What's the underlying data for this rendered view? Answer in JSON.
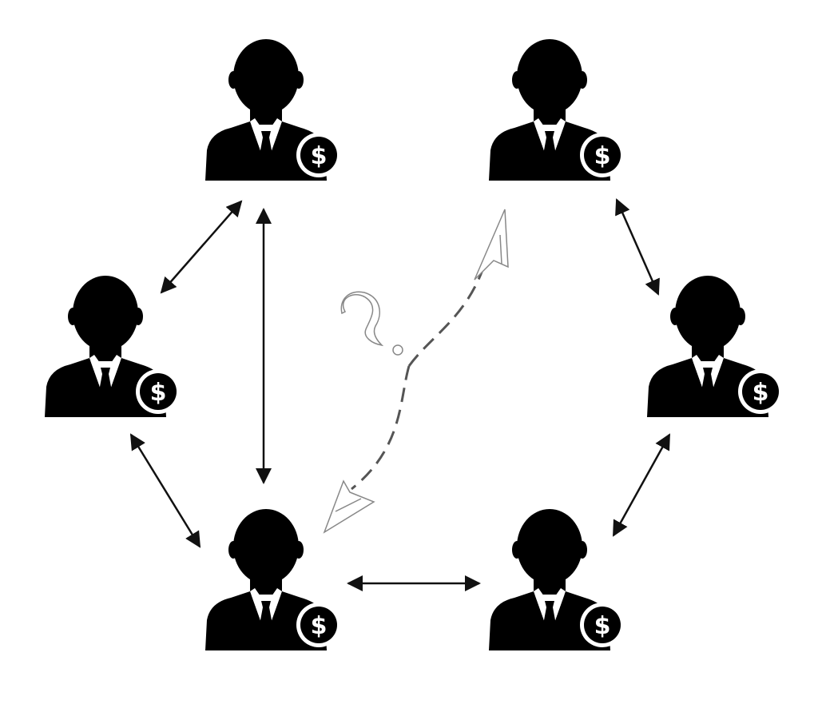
{
  "diagram": {
    "nodes": [
      {
        "id": "top-left",
        "icon": "businessman-dollar-icon",
        "badge": "$"
      },
      {
        "id": "top-right",
        "icon": "businessman-dollar-icon",
        "badge": "$"
      },
      {
        "id": "mid-left",
        "icon": "businessman-dollar-icon",
        "badge": "$"
      },
      {
        "id": "mid-right",
        "icon": "businessman-dollar-icon",
        "badge": "$"
      },
      {
        "id": "bottom-left",
        "icon": "businessman-dollar-icon",
        "badge": "$"
      },
      {
        "id": "bottom-right",
        "icon": "businessman-dollar-icon",
        "badge": "$"
      }
    ],
    "connections": [
      {
        "from": "top-left",
        "to": "mid-left",
        "style": "solid-double-arrow"
      },
      {
        "from": "top-left",
        "to": "bottom-left",
        "style": "solid-double-arrow"
      },
      {
        "from": "mid-left",
        "to": "bottom-left",
        "style": "solid-double-arrow"
      },
      {
        "from": "bottom-left",
        "to": "bottom-right",
        "style": "solid-double-arrow"
      },
      {
        "from": "top-right",
        "to": "mid-right",
        "style": "solid-double-arrow"
      },
      {
        "from": "mid-right",
        "to": "bottom-right",
        "style": "solid-double-arrow"
      },
      {
        "from": "bottom-left",
        "to": "top-right",
        "style": "dashed-sketch-double-arrow",
        "annotation": "question-mark"
      }
    ],
    "colors": {
      "person": "#000000",
      "badge_text": "#ffffff",
      "arrow": "#111111",
      "dashed_arrow": "#555555",
      "sketch": "#888888",
      "background": "#ffffff"
    }
  }
}
